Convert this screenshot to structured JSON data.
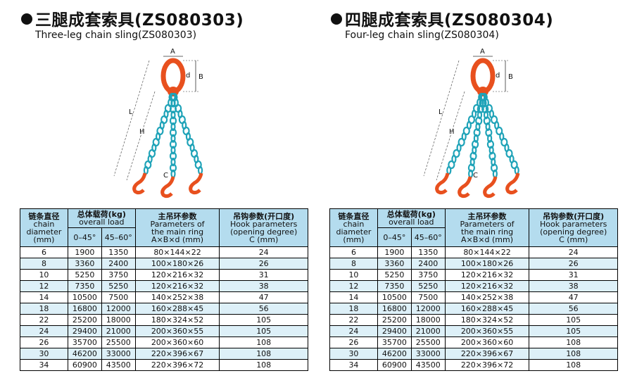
{
  "panels": [
    {
      "title": "三腿成套索具(ZS080303)",
      "subtitle": "Three-leg chain sling(ZS080303)",
      "legs": 3
    },
    {
      "title": "四腿成套索具(ZS080304)",
      "subtitle": "Four-leg chain sling(ZS080304)",
      "legs": 4
    }
  ],
  "diagram_labels": {
    "A": "A",
    "B": "B",
    "d": "d",
    "L": "L",
    "H": "H",
    "C": "C"
  },
  "colors": {
    "ring": "#e8501e",
    "chain": "#1fa3b8",
    "header_bg": "#b4dcee",
    "row_alt": "#ddf0f8"
  },
  "table": {
    "headers": {
      "diameter_cn": "链条直径",
      "diameter_en1": "chain",
      "diameter_en2": "diameter",
      "diameter_unit": "(mm)",
      "load_cn": "总体载荷(kg)",
      "load_en": "overall load",
      "load_a": "0–45°",
      "load_b": "45–60°",
      "ring_cn": "主吊环参数",
      "ring_en1": "Parameters of",
      "ring_en2": "the main ring",
      "ring_en3": "A×B×d (mm)",
      "hook_cn": "吊钩参数(开口度)",
      "hook_en1": "Hook parameters",
      "hook_en2": "(opening degree)",
      "hook_en3": "C (mm)"
    },
    "rows": [
      [
        "6",
        "1900",
        "1350",
        "80×144×22",
        "24"
      ],
      [
        "8",
        "3360",
        "2400",
        "100×180×26",
        "26"
      ],
      [
        "10",
        "5250",
        "3750",
        "120×216×32",
        "31"
      ],
      [
        "12",
        "7350",
        "5250",
        "120×216×32",
        "38"
      ],
      [
        "14",
        "10500",
        "7500",
        "140×252×38",
        "47"
      ],
      [
        "18",
        "16800",
        "12000",
        "160×288×45",
        "56"
      ],
      [
        "22",
        "25200",
        "18000",
        "180×324×52",
        "105"
      ],
      [
        "24",
        "29400",
        "21000",
        "200×360×55",
        "105"
      ],
      [
        "26",
        "35700",
        "25500",
        "200×360×60",
        "108"
      ],
      [
        "30",
        "46200",
        "33000",
        "220×396×67",
        "108"
      ],
      [
        "34",
        "60900",
        "43500",
        "220×396×72",
        "108"
      ]
    ]
  }
}
